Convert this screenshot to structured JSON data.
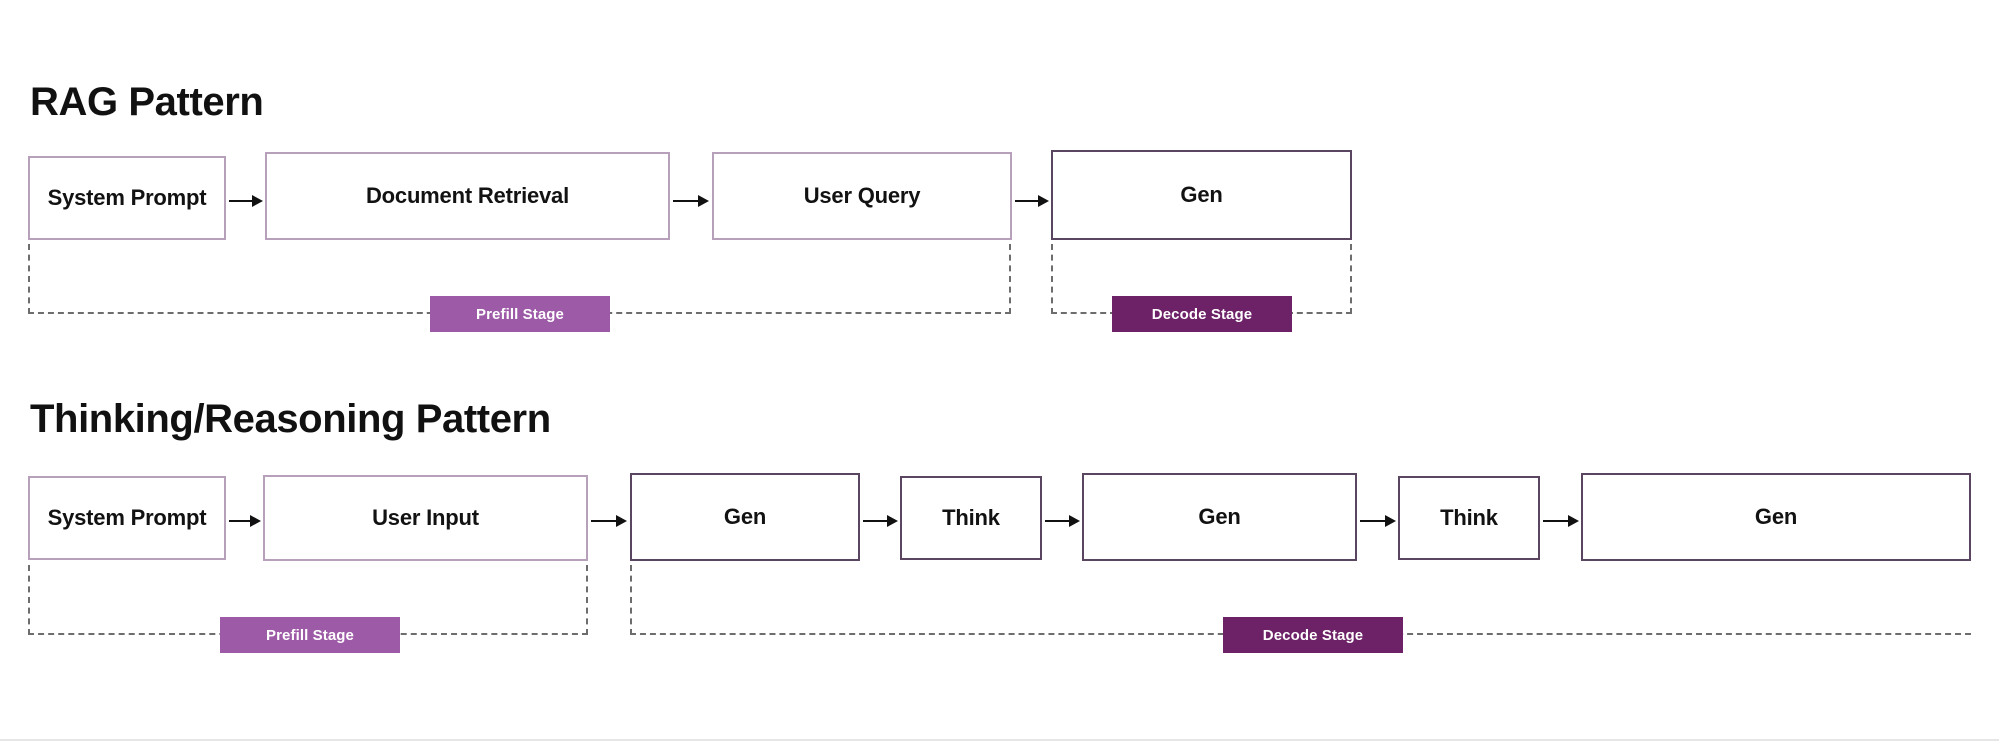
{
  "page": {
    "background": "#ffffff",
    "accent_light_border": "#b7a0b9",
    "accent_dark_border": "#5b4661",
    "prefill_color": "#9d5aa6",
    "decode_color": "#6d2167"
  },
  "sections": [
    {
      "id": "rag",
      "title": "RAG Pattern",
      "boxes": [
        {
          "label": "System Prompt",
          "style": "light"
        },
        {
          "label": "Document Retrieval",
          "style": "light"
        },
        {
          "label": "User Query",
          "style": "light"
        },
        {
          "label": "Gen",
          "style": "dark"
        }
      ],
      "stages": [
        {
          "label": "Prefill Stage",
          "kind": "prefill"
        },
        {
          "label": "Decode Stage",
          "kind": "decode"
        }
      ]
    },
    {
      "id": "thinking",
      "title": "Thinking/Reasoning  Pattern",
      "boxes": [
        {
          "label": "System Prompt",
          "style": "light"
        },
        {
          "label": "User Input",
          "style": "light"
        },
        {
          "label": "Gen",
          "style": "dark"
        },
        {
          "label": "Think",
          "style": "dark"
        },
        {
          "label": "Gen",
          "style": "dark"
        },
        {
          "label": "Think",
          "style": "dark"
        },
        {
          "label": "Gen",
          "style": "dark"
        }
      ],
      "stages": [
        {
          "label": "Prefill Stage",
          "kind": "prefill"
        },
        {
          "label": "Decode Stage",
          "kind": "decode"
        }
      ]
    }
  ]
}
